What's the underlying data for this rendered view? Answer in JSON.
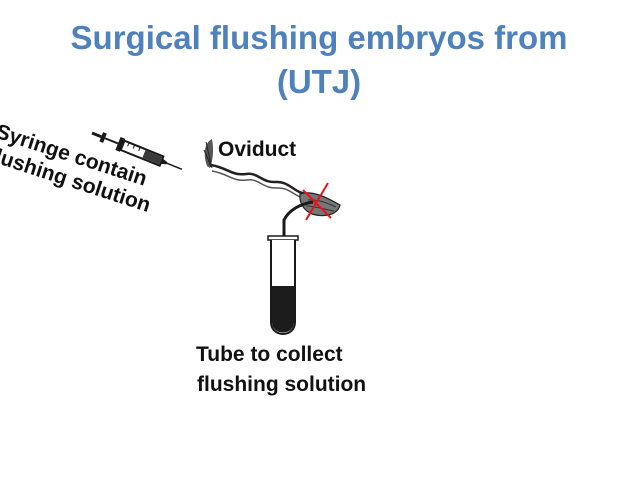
{
  "slide": {
    "title_line1": "Surgical flushing embryos from",
    "title_line2": "(UTJ)",
    "title_color": "#4f81bd"
  },
  "diagram": {
    "labels": {
      "oviduct": "Oviduct",
      "syringe_line1": "Syringe contain",
      "syringe_line2": "flushing solution",
      "tube_line1": "Tube to collect",
      "tube_line2": "flushing solution"
    },
    "colors": {
      "cut_mark": "#e8131b",
      "line_art": "#1a1a1a",
      "solution": "#1c1c1c"
    },
    "icons": [
      "syringe-icon",
      "oviduct-icon",
      "cut-mark-icon",
      "collection-tube-icon"
    ]
  }
}
